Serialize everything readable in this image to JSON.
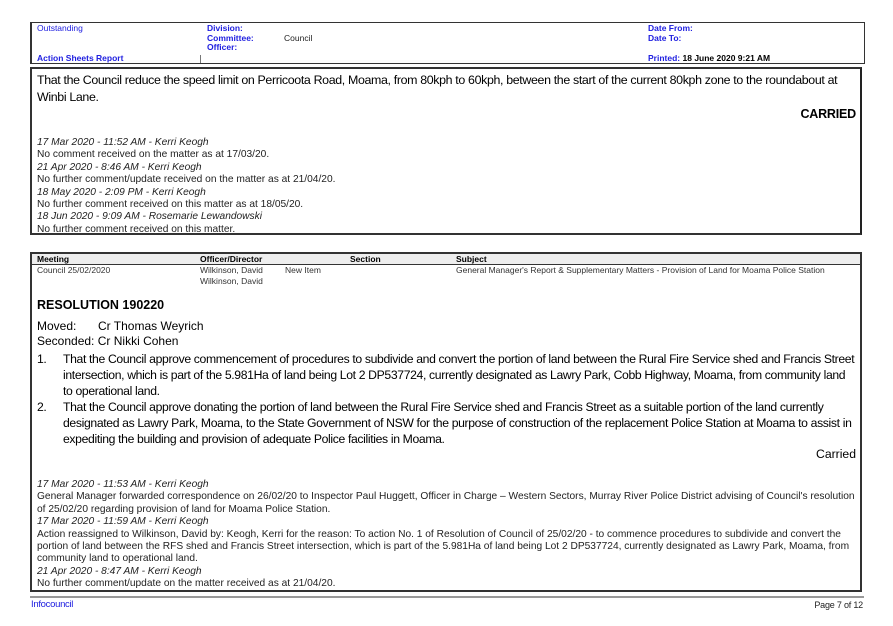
{
  "header": {
    "status": "Outstanding",
    "report_name": "Action Sheets Report",
    "division_label": "Division:",
    "committee_label": "Committee:",
    "committee_value": "Council",
    "officer_label": "Officer:",
    "date_from_label": "Date From:",
    "date_to_label": "Date To:",
    "printed_label": "Printed:",
    "printed_value": "18 June 2020 9:21 AM"
  },
  "item1": {
    "resolution_text": "That the Council reduce the speed limit on Perricoota Road, Moama, from 80kph to 60kph, between the start of the current 80kph zone to the roundabout at Winbi Lane.",
    "outcome": "CARRIED",
    "log": [
      {
        "timestamp": "17 Mar 2020 - 11:52 AM - Kerri Keogh",
        "comment": "No comment received on the matter as at 17/03/20."
      },
      {
        "timestamp": "21 Apr 2020 - 8:46 AM - Kerri Keogh",
        "comment": "No further comment/update received on the matter as at 21/04/20."
      },
      {
        "timestamp": "18 May 2020 - 2:09 PM - Kerri Keogh",
        "comment": "No further comment received on this matter as at 18/05/20."
      },
      {
        "timestamp": "18 Jun 2020 - 9:09 AM - Rosemarie Lewandowski",
        "comment": "No further comment received on this matter."
      }
    ]
  },
  "item2": {
    "table": {
      "headers": [
        "Meeting",
        "Officer/Director",
        "Section",
        "Subject"
      ],
      "row": {
        "meeting": "Council 25/02/2020",
        "officer_1": "Wilkinson, David",
        "officer_2": "Wilkinson, David",
        "section": "New Item",
        "subject": "General Manager's Report & Supplementary Matters - Provision of Land for Moama Police Station"
      }
    },
    "resolution_title": "RESOLUTION 190220",
    "moved_label": "Moved:",
    "moved_value": "Cr Thomas Weyrich",
    "seconded_label": "Seconded:",
    "seconded_value": "Cr Nikki Cohen",
    "points": [
      {
        "num": "1.",
        "text": "That the Council approve commencement of procedures to subdivide and convert the portion of land between the Rural Fire Service shed and Francis Street intersection, which is part of the 5.981Ha of land being Lot 2 DP537724, currently designated as Lawry Park, Cobb Highway, Moama, from community land to operational land."
      },
      {
        "num": "2.",
        "text": "That the Council approve donating the portion of land between the Rural Fire Service shed and Francis Street as a suitable portion of the land currently designated as Lawry Park, Moama, to the State Government of NSW for the purpose of construction of the replacement Police Station at Moama to assist in expediting the building and provision of adequate Police facilities in Moama."
      }
    ],
    "outcome": "Carried",
    "log": [
      {
        "timestamp": "17 Mar 2020 - 11:53 AM - Kerri Keogh",
        "comment": "General Manager forwarded correspondence on 26/02/20 to Inspector Paul Huggett, Officer in Charge – Western Sectors, Murray River Police District advising of Council's resolution of 25/02/20 regarding provision of land for Moama Police Station."
      },
      {
        "timestamp": "17 Mar 2020 - 11:59 AM - Kerri Keogh",
        "comment": "Action reassigned to Wilkinson, David by: Keogh, Kerri for the reason: To action No. 1 of Resolution of Council of 25/02/20 - to commence procedures to subdivide and convert the portion of land between the RFS shed and Francis Street intersection, which is part of the 5.981Ha of land being Lot 2 DP537724, currently designated as Lawry Park, Moama, from community land to operational land."
      },
      {
        "timestamp": "21 Apr 2020 - 8:47 AM - Kerri Keogh",
        "comment": "No further comment/update on the matter received as at 21/04/20."
      }
    ]
  },
  "footer": {
    "brand": "Infocouncil",
    "page": "Page 7 of 12"
  },
  "colors": {
    "header_label": "#2020e0",
    "border": "#333333",
    "table_header_bg": "#eeeeee"
  }
}
